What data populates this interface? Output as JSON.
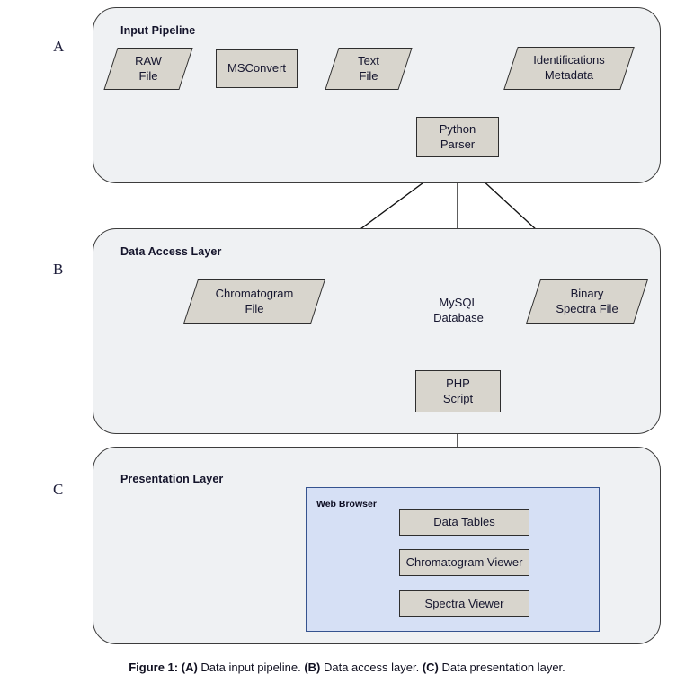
{
  "figure": {
    "caption_prefix": "Figure 1:",
    "caption_a_tag": "(A)",
    "caption_a_text": " Data input pipeline. ",
    "caption_b_tag": "(B)",
    "caption_b_text": " Data access layer. ",
    "caption_c_tag": "(C)",
    "caption_c_text": " Data presentation layer."
  },
  "colors": {
    "panel_fill": "#eff1f3",
    "panel_stroke": "#3c3c3c",
    "node_fill": "#d8d5cd",
    "node_stroke": "#2e2e2e",
    "browser_fill": "#d6e0f5",
    "browser_stroke": "#35538f",
    "connector": "#111111"
  },
  "sections": {
    "a": {
      "letter": "A",
      "title": "Input Pipeline"
    },
    "b": {
      "letter": "B",
      "title": "Data Access Layer"
    },
    "c": {
      "letter": "C",
      "title": "Presentation Layer"
    }
  },
  "nodes": {
    "raw_file": {
      "label": "RAW\nFile",
      "shape": "parallelogram"
    },
    "msconvert": {
      "label": "MSConvert",
      "shape": "rectangle"
    },
    "text_file": {
      "label": "Text\nFile",
      "shape": "parallelogram"
    },
    "identifications_metadata": {
      "label": "Identifications\nMetadata",
      "shape": "parallelogram"
    },
    "python_parser": {
      "label": "Python\nParser",
      "shape": "rectangle"
    },
    "chromatogram_file": {
      "label": "Chromatogram\nFile",
      "shape": "parallelogram"
    },
    "mysql_database": {
      "label": "MySQL\nDatabase",
      "shape": "cylinder"
    },
    "binary_spectra_file": {
      "label": "Binary\nSpectra File",
      "shape": "parallelogram"
    },
    "php_script": {
      "label": "PHP\nScript",
      "shape": "rectangle"
    }
  },
  "browser": {
    "title": "Web Browser",
    "items": [
      {
        "label": "Data Tables"
      },
      {
        "label": "Chromatogram Viewer"
      },
      {
        "label": "Spectra Viewer"
      }
    ]
  },
  "connectors": [
    {
      "name": "raw-file-to-msconvert",
      "from": "raw_file",
      "to": "msconvert",
      "style": "straight",
      "arrows": "end"
    },
    {
      "name": "msconvert-to-text-file",
      "from": "msconvert",
      "to": "text_file",
      "style": "straight",
      "arrows": "end"
    },
    {
      "name": "text-file-to-python-parser",
      "from": "text_file",
      "to": "python_parser",
      "style": "orthogonal",
      "arrows": "end"
    },
    {
      "name": "identifications-to-python-parser",
      "from": "identifications_metadata",
      "to": "python_parser",
      "style": "orthogonal",
      "arrows": "end"
    },
    {
      "name": "python-parser-to-chromatogram-file",
      "from": "python_parser",
      "to": "chromatogram_file",
      "style": "diagonal",
      "arrows": "end"
    },
    {
      "name": "python-parser-to-mysql-database",
      "from": "python_parser",
      "to": "mysql_database",
      "style": "straight",
      "arrows": "end"
    },
    {
      "name": "python-parser-to-binary-spectra-file",
      "from": "python_parser",
      "to": "binary_spectra_file",
      "style": "diagonal",
      "arrows": "end"
    },
    {
      "name": "chromatogram-file-to-php-script",
      "from": "chromatogram_file",
      "to": "php_script",
      "style": "diagonal",
      "arrows": "end"
    },
    {
      "name": "mysql-database-to-php-script",
      "from": "mysql_database",
      "to": "php_script",
      "style": "straight",
      "arrows": "both"
    },
    {
      "name": "binary-spectra-file-to-php-script",
      "from": "binary_spectra_file",
      "to": "php_script",
      "style": "diagonal",
      "arrows": "end"
    },
    {
      "name": "php-script-to-web-browser",
      "from": "php_script",
      "to": "web_browser",
      "style": "straight",
      "arrows": "both"
    }
  ]
}
